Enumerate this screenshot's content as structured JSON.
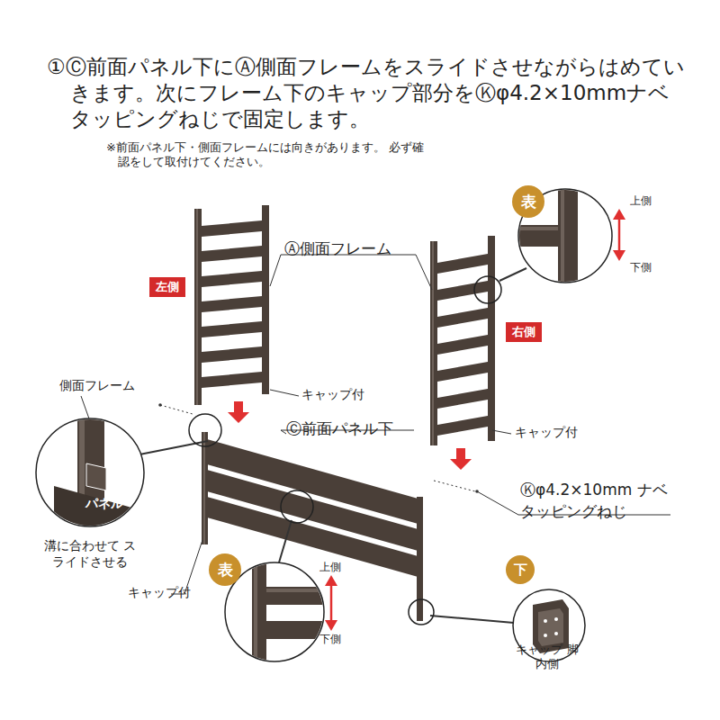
{
  "diagram": {
    "title": "①Ⓒ前面パネル下にⒶ側面フレームをスライドさせながらはめていきます。次にフレーム下のキャップ部分をⓀφ4.2×10mmナベタッピングねじで固定します。",
    "nodes": [
      {
        "text": [
          "左側"
        ]
      },
      {
        "text": [
          "表"
        ]
      },
      {
        "text": [
          "右側"
        ]
      },
      {
        "text": [
          "表"
        ]
      },
      {
        "text": [
          "下"
        ]
      }
    ],
    "labels": [
      "※前面パネル下・側面フレームには向きがあります。 必ず確認をして取付けてください。",
      "Ⓐ側面フレーム",
      "上側",
      "下側",
      "側面フレーム",
      "キャップ付",
      "Ⓒ前面パネル下",
      "キャップ付",
      "パネル",
      "溝に合わせて スライドさせる",
      "Ⓚφ4.2×10mm ナベタッピングねじ",
      "上側",
      "下側",
      "キャップ付",
      "キャップ 脚内側"
    ]
  }
}
